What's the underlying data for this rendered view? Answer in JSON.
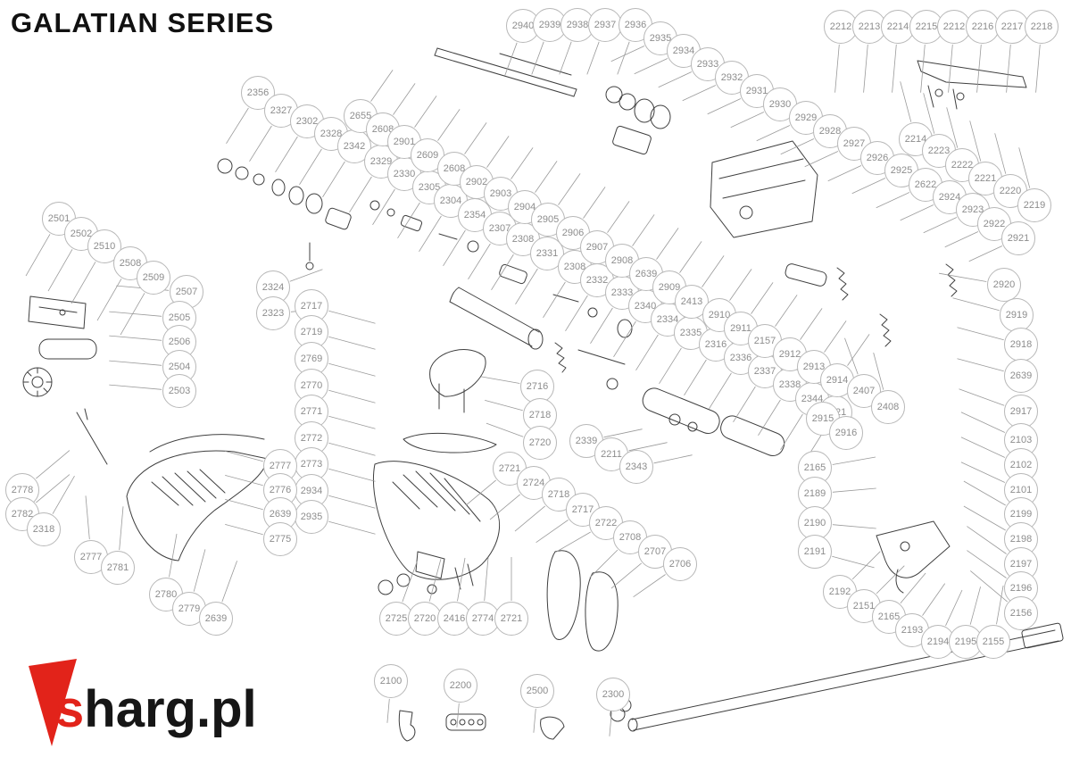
{
  "title": "GALATIAN SERIES",
  "logo": {
    "accent": "s",
    "rest": "harg.pl"
  },
  "colors": {
    "accent_red": "#e2231a",
    "ink": "#111111",
    "circle_stroke": "#b8b8b8",
    "circle_text": "#8d8d8d",
    "leader_line": "#9a9a9a",
    "artwork": "#3f3f3f"
  },
  "callout_groups": [
    {
      "name": "muzzle-parts-chain",
      "angle": 110,
      "len": 40,
      "items": [
        [
          "2940",
          586,
          29
        ],
        [
          "2939",
          616,
          28
        ],
        [
          "2938",
          647,
          28
        ],
        [
          "2937",
          678,
          28
        ],
        [
          "2936",
          712,
          28
        ]
      ]
    },
    {
      "name": "receiver-top-chain",
      "angle": 155,
      "len": 42,
      "items": [
        [
          "2935",
          740,
          43
        ],
        [
          "2934",
          766,
          57
        ],
        [
          "2933",
          793,
          72
        ],
        [
          "2932",
          820,
          87
        ],
        [
          "2931",
          848,
          102
        ],
        [
          "2930",
          874,
          117
        ],
        [
          "2929",
          903,
          132
        ],
        [
          "2928",
          930,
          147
        ],
        [
          "2927",
          957,
          161
        ],
        [
          "2926",
          983,
          177
        ],
        [
          "2925",
          1010,
          191
        ],
        [
          "2622",
          1037,
          207
        ],
        [
          "2924",
          1064,
          221
        ],
        [
          "2923",
          1090,
          235
        ],
        [
          "2922",
          1114,
          251
        ],
        [
          "2921",
          1141,
          267
        ]
      ]
    },
    {
      "name": "trigger-screws-top-row",
      "angle": 95,
      "len": 55,
      "items": [
        [
          "2212",
          942,
          30
        ],
        [
          "2213",
          974,
          30
        ],
        [
          "2214",
          1006,
          30
        ],
        [
          "2215",
          1038,
          30
        ],
        [
          "2212",
          1069,
          30
        ],
        [
          "2216",
          1101,
          30
        ],
        [
          "2217",
          1134,
          30
        ],
        [
          "2218",
          1167,
          30
        ]
      ]
    },
    {
      "name": "trigger-screws-mid-chain",
      "angle": 255,
      "len": 48,
      "items": [
        [
          "2214",
          1026,
          156
        ],
        [
          "2223",
          1052,
          169
        ],
        [
          "2222",
          1078,
          185
        ],
        [
          "2221",
          1104,
          200
        ],
        [
          "2220",
          1132,
          214
        ],
        [
          "2219",
          1159,
          230
        ]
      ]
    },
    {
      "name": "breech-seal-chain",
      "angle": 122,
      "len": 48,
      "items": [
        [
          "2356",
          289,
          104
        ],
        [
          "2327",
          315,
          124
        ],
        [
          "2302",
          344,
          136
        ],
        [
          "2328",
          371,
          150
        ],
        [
          "2342",
          397,
          164
        ],
        [
          "2329",
          427,
          181
        ],
        [
          "2330",
          453,
          195
        ],
        [
          "2305",
          481,
          210
        ],
        [
          "2304",
          505,
          225
        ],
        [
          "2354",
          532,
          241
        ],
        [
          "2307",
          560,
          256
        ],
        [
          "2308",
          586,
          268
        ],
        [
          "2331",
          613,
          284
        ],
        [
          "2308",
          644,
          299
        ],
        [
          "2332",
          669,
          314
        ],
        [
          "2333",
          697,
          328
        ],
        [
          "2340",
          723,
          343
        ],
        [
          "2334",
          748,
          358
        ],
        [
          "2335",
          774,
          373
        ],
        [
          "2316",
          802,
          386
        ],
        [
          "2336",
          830,
          401
        ],
        [
          "2337",
          857,
          416
        ],
        [
          "2338",
          885,
          431
        ],
        [
          "2344",
          910,
          447
        ],
        [
          "2321",
          936,
          462
        ]
      ]
    },
    {
      "name": "barrel-action-chain",
      "angle": 305,
      "len": 44,
      "items": [
        [
          "2655",
          404,
          130
        ],
        [
          "2608",
          429,
          145
        ],
        [
          "2901",
          453,
          159
        ],
        [
          "2609",
          479,
          174
        ],
        [
          "2608",
          509,
          189
        ],
        [
          "2902",
          534,
          204
        ],
        [
          "2903",
          561,
          217
        ],
        [
          "2904",
          588,
          232
        ],
        [
          "2905",
          614,
          246
        ],
        [
          "2906",
          642,
          261
        ],
        [
          "2907",
          669,
          277
        ],
        [
          "2908",
          697,
          292
        ],
        [
          "2639",
          724,
          307
        ],
        [
          "2909",
          750,
          322
        ],
        [
          "2413",
          775,
          338
        ],
        [
          "2910",
          806,
          353
        ],
        [
          "2911",
          830,
          368
        ],
        [
          "2157",
          857,
          382
        ],
        [
          "2912",
          885,
          397
        ],
        [
          "2913",
          912,
          411
        ],
        [
          "2914",
          938,
          426
        ],
        [
          "2407",
          968,
          438,
          250
        ],
        [
          "2408",
          995,
          456,
          255
        ],
        [
          "2915",
          922,
          469,
          230
        ],
        [
          "2916",
          948,
          485,
          235
        ]
      ]
    },
    {
      "name": "left-action-chain",
      "angle": 120,
      "len": 55,
      "items": [
        [
          "2501",
          66,
          245
        ],
        [
          "2502",
          91,
          262
        ],
        [
          "2510",
          117,
          276
        ],
        [
          "2508",
          146,
          295
        ],
        [
          "2509",
          172,
          311
        ]
      ]
    },
    {
      "name": "left-action-column",
      "angle": 185,
      "len": 60,
      "items": [
        [
          "2507",
          209,
          327
        ],
        [
          "2505",
          201,
          356
        ],
        [
          "2506",
          201,
          383
        ],
        [
          "2504",
          201,
          411
        ],
        [
          "2503",
          201,
          438
        ]
      ]
    },
    {
      "name": "left-stock-group",
      "angle": 280,
      "len": 50,
      "items": [
        [
          "2778",
          25,
          549,
          320
        ],
        [
          "2782",
          25,
          576,
          320
        ],
        [
          "2318",
          49,
          593,
          300
        ],
        [
          "2777",
          102,
          624,
          265
        ],
        [
          "2781",
          132,
          636,
          275
        ],
        [
          "2780",
          186,
          666,
          280
        ],
        [
          "2779",
          212,
          682,
          285
        ],
        [
          "2639",
          242,
          693,
          290
        ]
      ]
    },
    {
      "name": "stock-bolt-pair",
      "angle": 340,
      "len": 40,
      "items": [
        [
          "2324",
          306,
          322
        ],
        [
          "2323",
          306,
          351,
          355
        ]
      ]
    },
    {
      "name": "stock-mid-column",
      "angle": 15,
      "len": 55,
      "items": [
        [
          "2717",
          349,
          343
        ],
        [
          "2719",
          349,
          372
        ],
        [
          "2769",
          349,
          402
        ],
        [
          "2770",
          349,
          432
        ],
        [
          "2771",
          349,
          461
        ],
        [
          "2772",
          349,
          491
        ],
        [
          "2773",
          349,
          520
        ],
        [
          "2934",
          349,
          550
        ],
        [
          "2935",
          349,
          579
        ]
      ]
    },
    {
      "name": "stock-left-column",
      "angle": 195,
      "len": 45,
      "items": [
        [
          "2777",
          314,
          522
        ],
        [
          "2776",
          314,
          549
        ],
        [
          "2639",
          314,
          576
        ],
        [
          "2775",
          314,
          604
        ]
      ]
    },
    {
      "name": "buttstock-chain",
      "angle": 140,
      "len": 45,
      "items": [
        [
          "2716",
          602,
          433,
          190
        ],
        [
          "2718",
          605,
          465,
          195
        ],
        [
          "2720",
          605,
          496,
          200
        ],
        [
          "2721",
          571,
          525
        ],
        [
          "2724",
          598,
          541
        ],
        [
          "2718",
          626,
          554
        ],
        [
          "2717",
          653,
          571,
          145
        ],
        [
          "2722",
          679,
          586,
          150
        ],
        [
          "2708",
          706,
          602,
          135
        ],
        [
          "2707",
          734,
          618,
          140
        ],
        [
          "2706",
          762,
          632,
          145
        ]
      ]
    },
    {
      "name": "cylinder-seal-chain",
      "angle": 348,
      "len": 45,
      "items": [
        [
          "2339",
          657,
          494
        ],
        [
          "2211",
          685,
          509
        ],
        [
          "2343",
          713,
          523
        ]
      ]
    },
    {
      "name": "trigger-bottom-row",
      "angle": 280,
      "len": 50,
      "items": [
        [
          "2725",
          444,
          693,
          290
        ],
        [
          "2720",
          476,
          693,
          285
        ],
        [
          "2416",
          509,
          693,
          280
        ],
        [
          "2774",
          541,
          693,
          275
        ],
        [
          "2721",
          573,
          693,
          270
        ]
      ]
    },
    {
      "name": "assembly-row",
      "angle": 95,
      "len": 28,
      "items": [
        [
          "2100",
          438,
          763
        ],
        [
          "2200",
          516,
          768
        ],
        [
          "2500",
          602,
          774
        ],
        [
          "2300",
          687,
          778
        ]
      ]
    },
    {
      "name": "right-column",
      "angle": 200,
      "len": 55,
      "items": [
        [
          "2920",
          1125,
          319,
          190
        ],
        [
          "2919",
          1139,
          353,
          195
        ],
        [
          "2918",
          1144,
          386,
          195
        ],
        [
          "2639",
          1144,
          421,
          195
        ],
        [
          "2917",
          1144,
          461,
          200
        ],
        [
          "2103",
          1144,
          493,
          205
        ],
        [
          "2102",
          1144,
          521,
          205
        ],
        [
          "2101",
          1144,
          549,
          205
        ],
        [
          "2199",
          1144,
          576,
          210
        ],
        [
          "2198",
          1144,
          604,
          210
        ],
        [
          "2197",
          1144,
          632,
          215
        ],
        [
          "2196",
          1144,
          659,
          215
        ],
        [
          "2156",
          1144,
          687,
          220
        ]
      ]
    },
    {
      "name": "trigger-left-column",
      "angle": 5,
      "len": 50,
      "items": [
        [
          "2165",
          913,
          524,
          350
        ],
        [
          "2189",
          913,
          553,
          355
        ],
        [
          "2190",
          913,
          586
        ],
        [
          "2191",
          913,
          618,
          15
        ]
      ]
    },
    {
      "name": "trigger-bottom-arc",
      "angle": 310,
      "len": 45,
      "items": [
        [
          "2192",
          941,
          663,
          315
        ],
        [
          "2151",
          968,
          679,
          315
        ],
        [
          "2165",
          996,
          691
        ],
        [
          "2193",
          1022,
          706,
          305
        ],
        [
          "2194",
          1051,
          719,
          295
        ],
        [
          "2195",
          1082,
          719,
          285
        ],
        [
          "2155",
          1113,
          719,
          280
        ]
      ]
    }
  ]
}
